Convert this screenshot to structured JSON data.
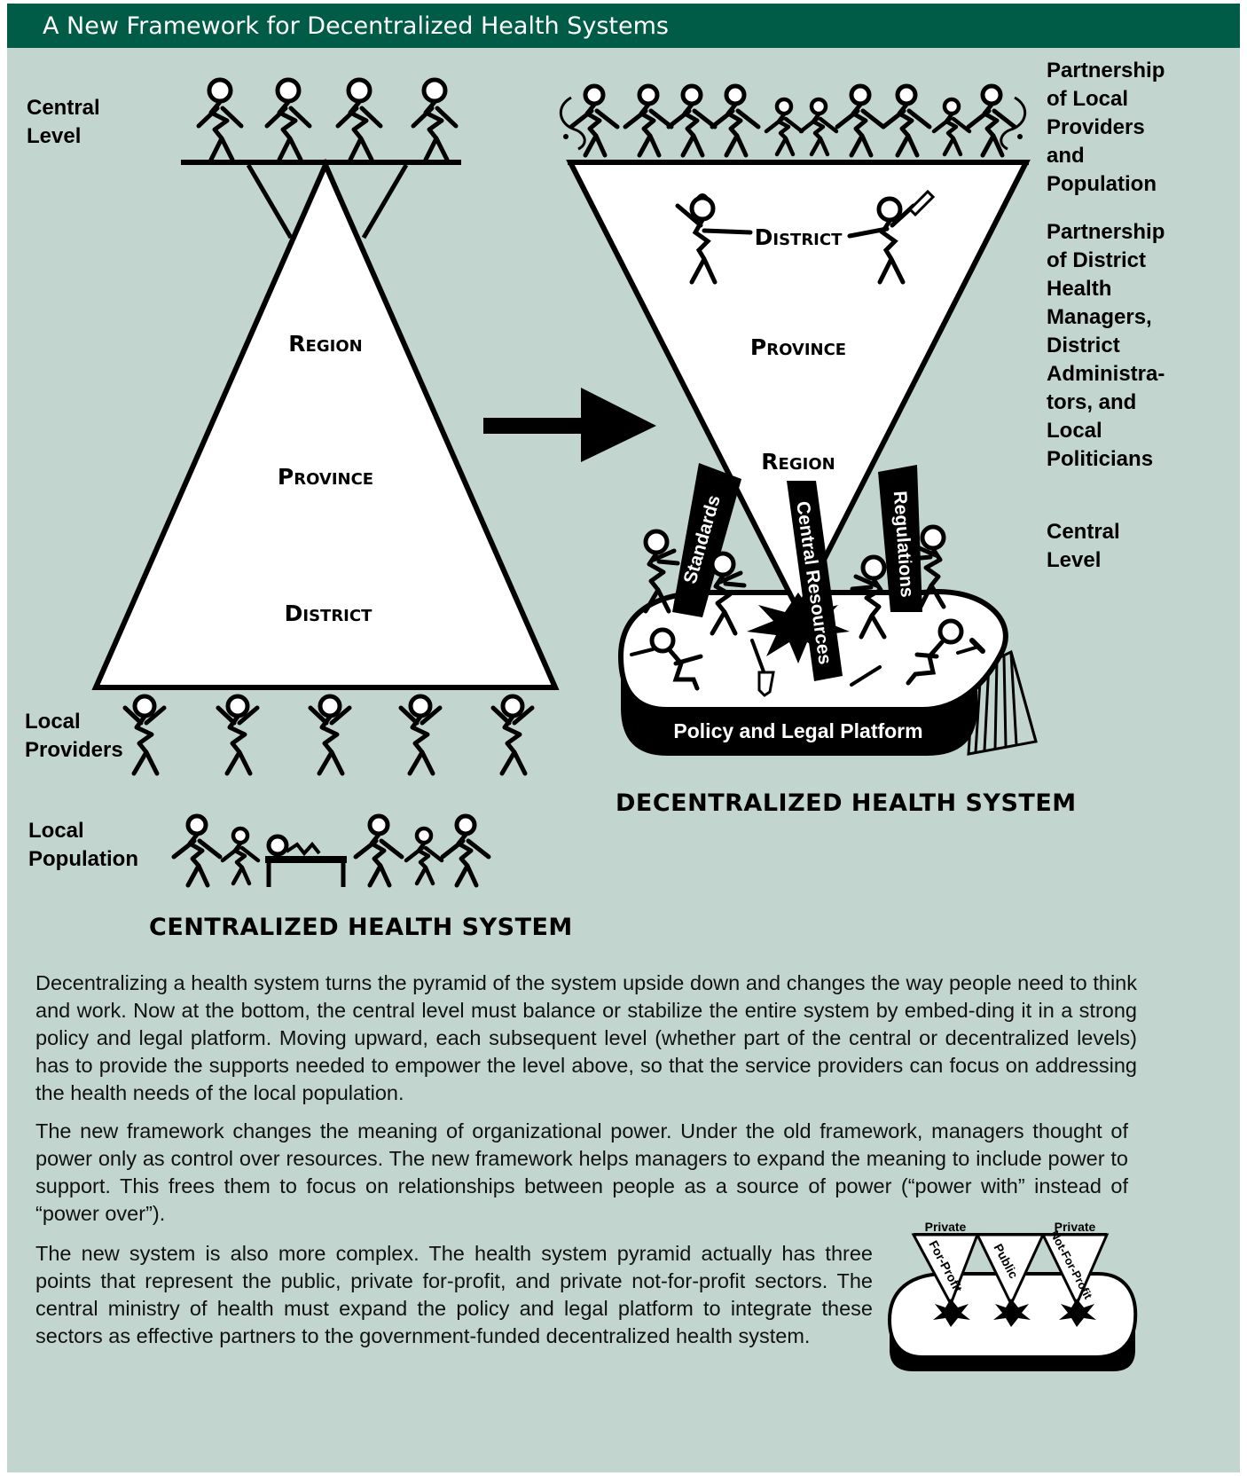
{
  "title": "A New Framework for Decentralized Health Systems",
  "colors": {
    "title_bar": "#005c47",
    "panel": "#c2d6cf",
    "ink": "#000000",
    "paper": "#ffffff"
  },
  "centralized": {
    "caption": "CENTRALIZED HEALTH SYSTEM",
    "levels": {
      "top": "Region",
      "middle": "Province",
      "bottom": "District"
    },
    "labels": {
      "central_level": "Central Level",
      "local_providers": "Local Providers",
      "local_population": "Local Population"
    }
  },
  "decentralized": {
    "caption": "DECENTRALIZED HEALTH SYSTEM",
    "levels": {
      "top": "District",
      "middle": "Province",
      "bottom": "Region"
    },
    "pillars": {
      "left": "Standards",
      "center": "Central Resources",
      "right": "Regulations"
    },
    "platform": "Policy and Legal Platform",
    "labels": {
      "local_partnership": "Partnership of Local Providers and Population",
      "district_partnership": "Partnership of District Health Managers, District Administra-tors, and Local Politicians",
      "central_level": "Central Level"
    }
  },
  "inset": {
    "private_left": "Private",
    "private_right": "Private",
    "sectors": [
      "For-Profit",
      "Public",
      "Not-For-Profit"
    ]
  },
  "paragraphs": [
    "Decentralizing a health system turns the pyramid of the system upside down and changes the way people need to think and work. Now at the bottom, the central level must balance or stabilize the entire system by embed-ding it in a strong policy and legal platform. Moving upward, each subsequent level (whether part of the central or decentralized levels) has to provide the supports needed to empower the level above, so that the service providers can focus on addressing the health needs of the local population.",
    "The new framework changes the meaning of organizational power. Under the old framework, managers thought of power only as control over resources. The new framework helps managers to expand the meaning to include power to support. This frees them to focus on relationships between people as a source of power (“power with” instead of “power over”).",
    "The new system is also more complex. The health system pyramid actually has three points that represent the public, private for-profit, and private not-for-profit sectors. The central ministry of health must expand the policy and legal platform to integrate these sectors as effective partners to the government-funded decentralized health system."
  ]
}
